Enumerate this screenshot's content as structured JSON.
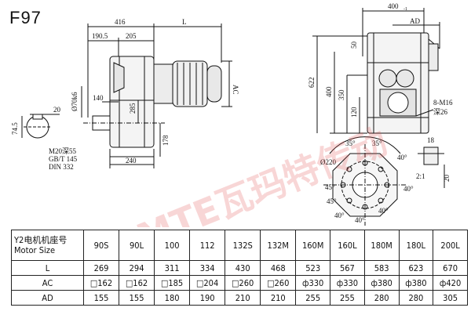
{
  "model": "F97",
  "side_view": {
    "dims": [
      "416",
      "L",
      "190.5",
      "205",
      "AC",
      "Ø70",
      "k6",
      "140",
      "285",
      "178",
      "240",
      "20",
      "74.5"
    ],
    "notes": [
      "M20深55",
      "GB/T 145",
      "DIN 332"
    ]
  },
  "front_view": {
    "dims": [
      "400",
      "-1",
      "AD",
      "50",
      "622",
      "400",
      "350",
      "120"
    ],
    "note_thread": "8-M16",
    "note_depth": "深26"
  },
  "flange_view": {
    "dims": [
      "Ø220",
      "35°",
      "35°",
      "40°",
      "40°",
      "40°",
      "40°",
      "45°",
      "45°",
      "40°"
    ]
  },
  "scale_note": {
    "ratio": "2:1",
    "dims": [
      "18",
      "20"
    ]
  },
  "watermark": "EMTE瓦玛特传动",
  "table": {
    "header": [
      "Y2电机机座号",
      "Motor Size"
    ],
    "sizes": [
      "90S",
      "90L",
      "100",
      "112",
      "132S",
      "132M",
      "160M",
      "160L",
      "180M",
      "180L",
      "200L"
    ],
    "rows": [
      {
        "label": "L",
        "values": [
          "269",
          "294",
          "311",
          "334",
          "430",
          "468",
          "523",
          "567",
          "583",
          "623",
          "670"
        ]
      },
      {
        "label": "AC",
        "values": [
          "□162",
          "□162",
          "□185",
          "□204",
          "□260",
          "□260",
          "ф330",
          "ф330",
          "ф380",
          "ф380",
          "ф420"
        ]
      },
      {
        "label": "AD",
        "values": [
          "155",
          "155",
          "180",
          "190",
          "210",
          "210",
          "255",
          "255",
          "280",
          "280",
          "305"
        ]
      }
    ]
  }
}
